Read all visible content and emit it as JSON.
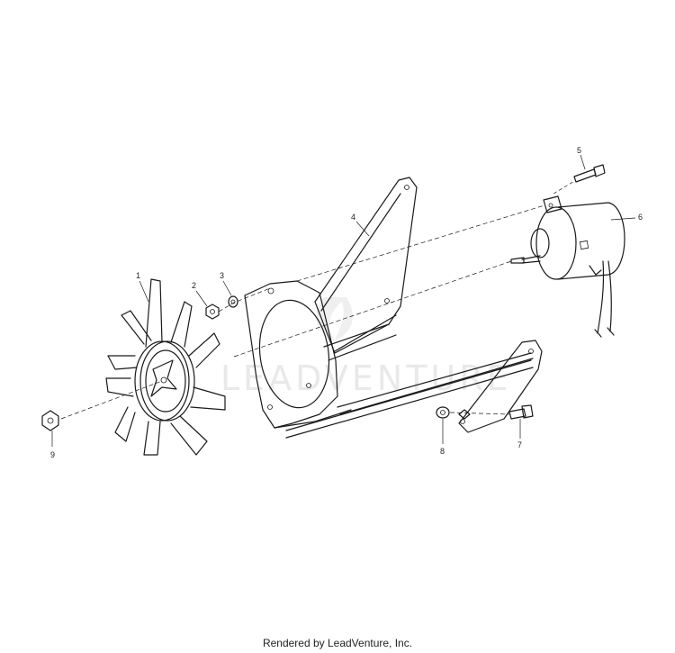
{
  "diagram": {
    "callouts": [
      {
        "id": 1,
        "label": "1"
      },
      {
        "id": 2,
        "label": "2"
      },
      {
        "id": 3,
        "label": "3"
      },
      {
        "id": 4,
        "label": "4"
      },
      {
        "id": 5,
        "label": "5"
      },
      {
        "id": 6,
        "label": "6"
      },
      {
        "id": 7,
        "label": "7"
      },
      {
        "id": 8,
        "label": "8"
      },
      {
        "id": 9,
        "label": "9"
      }
    ],
    "watermark": "LEADVENTURE"
  },
  "footer": {
    "text": "Rendered by LeadVenture, Inc."
  }
}
